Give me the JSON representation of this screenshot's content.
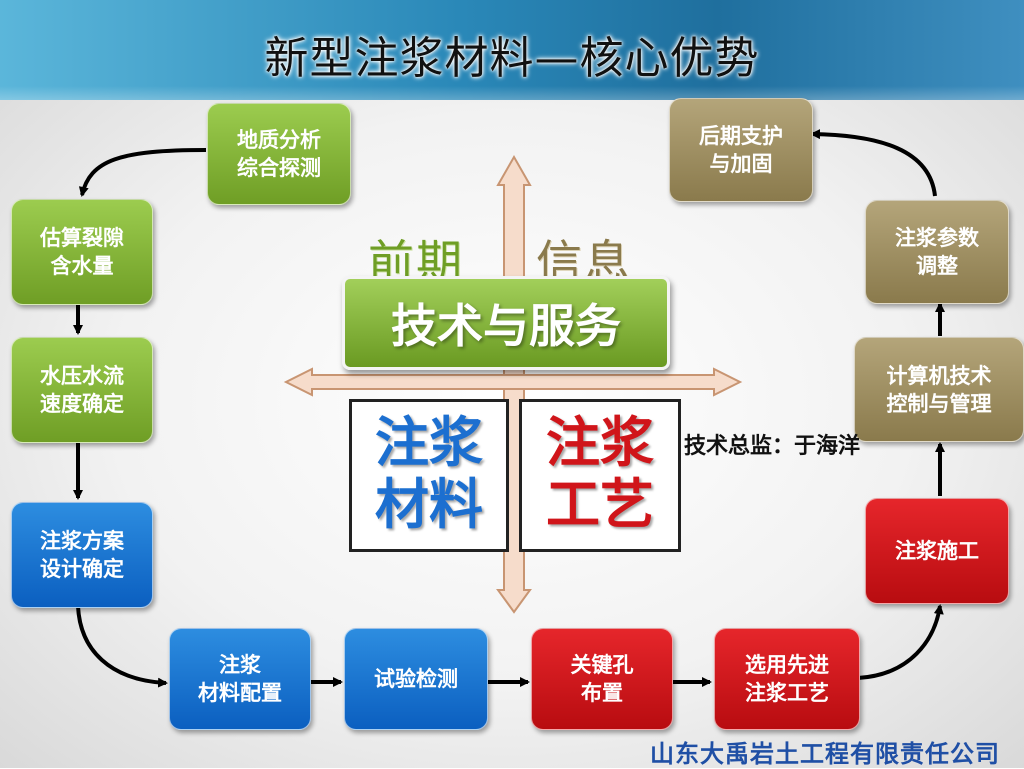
{
  "title": "新型注浆材料—核心优势",
  "company": "山东大禹岩土工程有限责任公司",
  "center": {
    "service": "技术与服务",
    "top_left": "前期",
    "top_right": "信息",
    "material": "注浆\n材料",
    "process": "注浆\n工艺"
  },
  "supervisor": "技术总监：于海洋",
  "boxes": {
    "geology": "地质分析\n综合探测",
    "estimate": "估算裂隙\n含水量",
    "pressure": "水压水流\n速度确定",
    "plan": "注浆方案\n设计确定",
    "material_config": "注浆\n材料配置",
    "test": "试验检测",
    "key_hole": "关键孔\n布置",
    "select_process": "选用先进\n注浆工艺",
    "construction": "注浆施工",
    "computer": "计算机技术\n控制与管理",
    "param": "注浆参数\n调整",
    "support": "后期支护\n与加固"
  },
  "colors": {
    "green": "#7fb135",
    "tan": "#9e8e60",
    "blue": "#1a74d2",
    "red": "#d0151a",
    "material_text": "#1c6fd0",
    "process_text": "#d0151a",
    "footer": "#1f4fa5"
  }
}
